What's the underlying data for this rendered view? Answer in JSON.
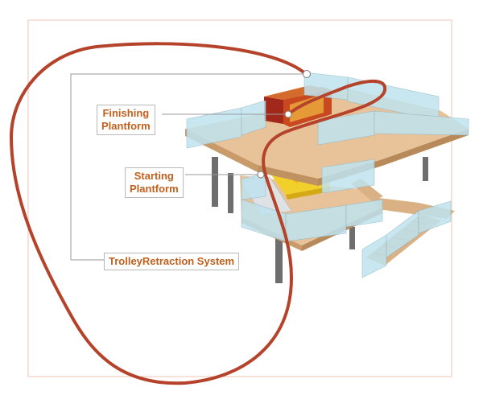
{
  "labels": {
    "finishing": {
      "line1": "Finishing",
      "line2": "Plantform"
    },
    "starting": {
      "line1": "Starting",
      "line2": "Plantform"
    },
    "trolley": "TrolleyRetraction System"
  },
  "colors": {
    "track": "#b5432b",
    "label_text": "#c0601e",
    "frame": "#efc3b0",
    "deck": "#e8c39a",
    "deck_side": "#c99b6b",
    "glass": "#bfe3ef",
    "pillar": "#6e6e6e",
    "start_zone": "#f2d02c",
    "leader": "#9a9a9a"
  }
}
